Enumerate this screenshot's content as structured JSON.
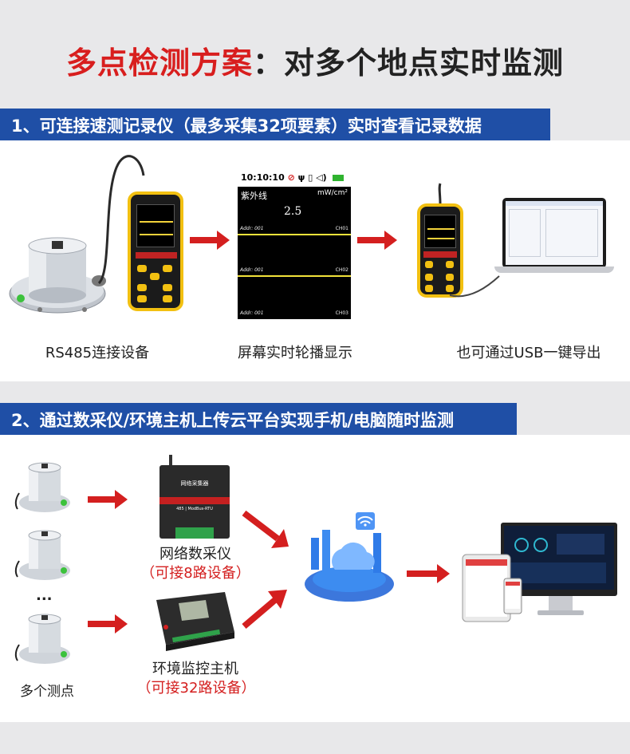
{
  "title": {
    "highlight": "多点检测方案",
    "rest": "：对多个地点实时监测"
  },
  "section1": {
    "heading": "1、可连接速测记录仪（最多采集32项要素）实时查看记录数据",
    "captions": [
      "RS485连接设备",
      "屏幕实时轮播显示",
      "也可通过USB一键导出"
    ],
    "screen": {
      "time": "10:10:10",
      "param": "紫外线",
      "unit": "mW/cm²",
      "value": "2.5",
      "rows": [
        {
          "addr": "Addr: 001",
          "ch": "CH01"
        },
        {
          "addr": "Addr: 001",
          "ch": "CH02"
        },
        {
          "addr": "Addr: 001",
          "ch": "CH03"
        }
      ]
    }
  },
  "section2": {
    "heading": "2、通过数采仪/环境主机上传云平台实现手机/电脑随时监测",
    "collector_name": "网络数采仪",
    "collector_note": "（可接8路设备）",
    "collector_device_title": "网络采集器",
    "collector_device_model": "485 | ModBus-RTU",
    "host_name": "环境监控主机",
    "host_note": "（可接32路设备）",
    "multi_points": "多个测点",
    "ellipsis": "..."
  },
  "colors": {
    "accent": "#d81e1e",
    "bar": "#1f4fa6",
    "device_yellow": "#f2c011"
  }
}
